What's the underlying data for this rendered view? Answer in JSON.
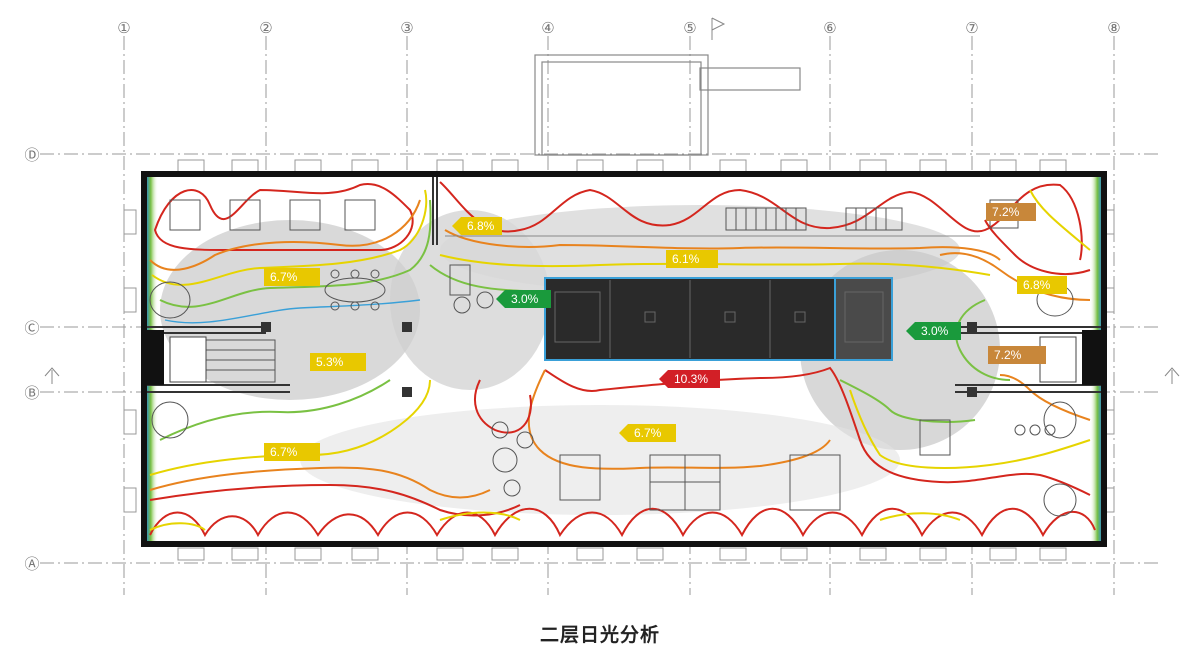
{
  "title": "二层日光分析",
  "grid_columns": [
    "①",
    "②",
    "③",
    "④",
    "⑤",
    "⑥",
    "⑦",
    "⑧"
  ],
  "grid_rows": [
    "Ⓓ",
    "Ⓒ",
    "Ⓑ",
    "Ⓐ"
  ],
  "colors": {
    "yellow": "#e8c800",
    "green": "#1a9a3c",
    "red": "#d21f26",
    "orange": "#c8873a",
    "contour_red": "#d4261e",
    "contour_orange": "#e8831e",
    "contour_yellow": "#e6d400",
    "contour_green": "#7ac143",
    "contour_blue": "#3aa0d8"
  },
  "labels": [
    {
      "id": "l1",
      "text": "6.8%",
      "color": "yellow"
    },
    {
      "id": "l2",
      "text": "6.7%",
      "color": "yellow"
    },
    {
      "id": "l3",
      "text": "6.1%",
      "color": "yellow"
    },
    {
      "id": "l4",
      "text": "3.0%",
      "color": "green"
    },
    {
      "id": "l5",
      "text": "7.2%",
      "color": "orange"
    },
    {
      "id": "l6",
      "text": "6.8%",
      "color": "yellow"
    },
    {
      "id": "l7",
      "text": "5.3%",
      "color": "yellow"
    },
    {
      "id": "l8",
      "text": "3.0%",
      "color": "green"
    },
    {
      "id": "l9",
      "text": "7.2%",
      "color": "orange"
    },
    {
      "id": "l10",
      "text": "10.3%",
      "color": "red"
    },
    {
      "id": "l11",
      "text": "6.7%",
      "color": "yellow"
    },
    {
      "id": "l12",
      "text": "6.7%",
      "color": "yellow"
    }
  ]
}
